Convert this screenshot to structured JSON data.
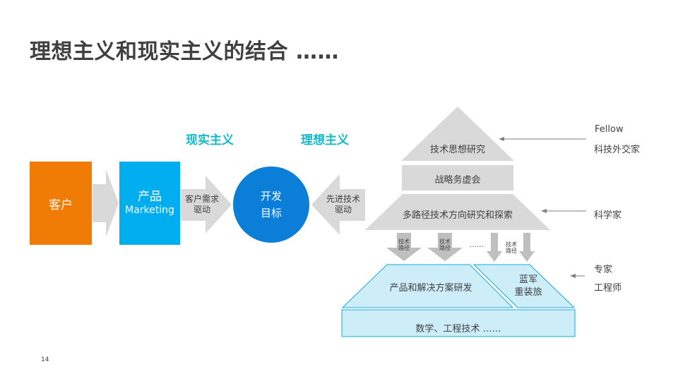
{
  "slide": {
    "title": "理想主义和现实主义的结合 ……",
    "page_number": "14"
  },
  "headings": {
    "realism": "现实主义",
    "idealism": "理想主义"
  },
  "flow": {
    "customer": "客户",
    "product_line1": "产品",
    "product_line2": "Marketing",
    "demand_arrow_line1": "客户需求",
    "demand_arrow_line2": "驱动",
    "target_line1": "开发",
    "target_line2": "目标",
    "tech_arrow_line1": "先进技术",
    "tech_arrow_line2": "驱动"
  },
  "pyramid": {
    "top": "技术思想研究",
    "middle": "战略务虚会",
    "bottom": "多路径技术方向研究和探索",
    "path_label_line1": "技术",
    "path_label_line2": "路径",
    "ellipsis": "……",
    "product_rd": "产品和解决方案研发",
    "blue_army_line1": "蓝军",
    "blue_army_line2": "重装旅",
    "foundation": "数学、工程技术 ……"
  },
  "roles": {
    "fellow": "Fellow",
    "tech_diplomat": "科技外交家",
    "scientist": "科学家",
    "expert": "专家",
    "engineer": "工程师"
  },
  "colors": {
    "customer": "#f07b05",
    "product": "#00aeef",
    "target": "#0b7ed8",
    "heading": "#14b8c8",
    "gray_shape": "#d9d9d9",
    "light_blue": "#cdeef9",
    "blue_border": "#1ba8d8"
  }
}
